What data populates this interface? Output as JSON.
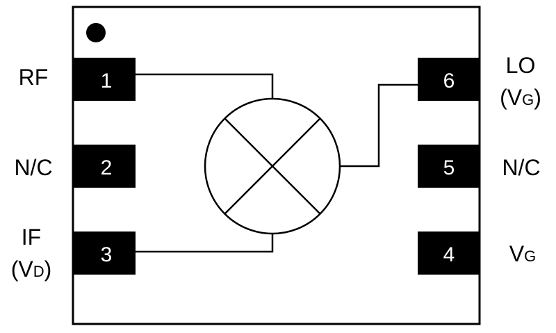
{
  "pins": [
    {
      "number": "1",
      "label": "RF",
      "sub": ""
    },
    {
      "number": "2",
      "label": "N/C",
      "sub": ""
    },
    {
      "number": "3",
      "label": "IF",
      "sub_prefix": "(V",
      "sub": "D",
      "sub_suffix": ")"
    },
    {
      "number": "4",
      "label": "V",
      "sub": "G"
    },
    {
      "number": "5",
      "label": "N/C",
      "sub": ""
    },
    {
      "number": "6",
      "label": "LO",
      "sub_prefix": "(V",
      "sub": "G",
      "sub_suffix": ")"
    }
  ],
  "colors": {
    "pin_fill": "#000000",
    "pin_text": "#ffffff",
    "line": "#000000"
  }
}
